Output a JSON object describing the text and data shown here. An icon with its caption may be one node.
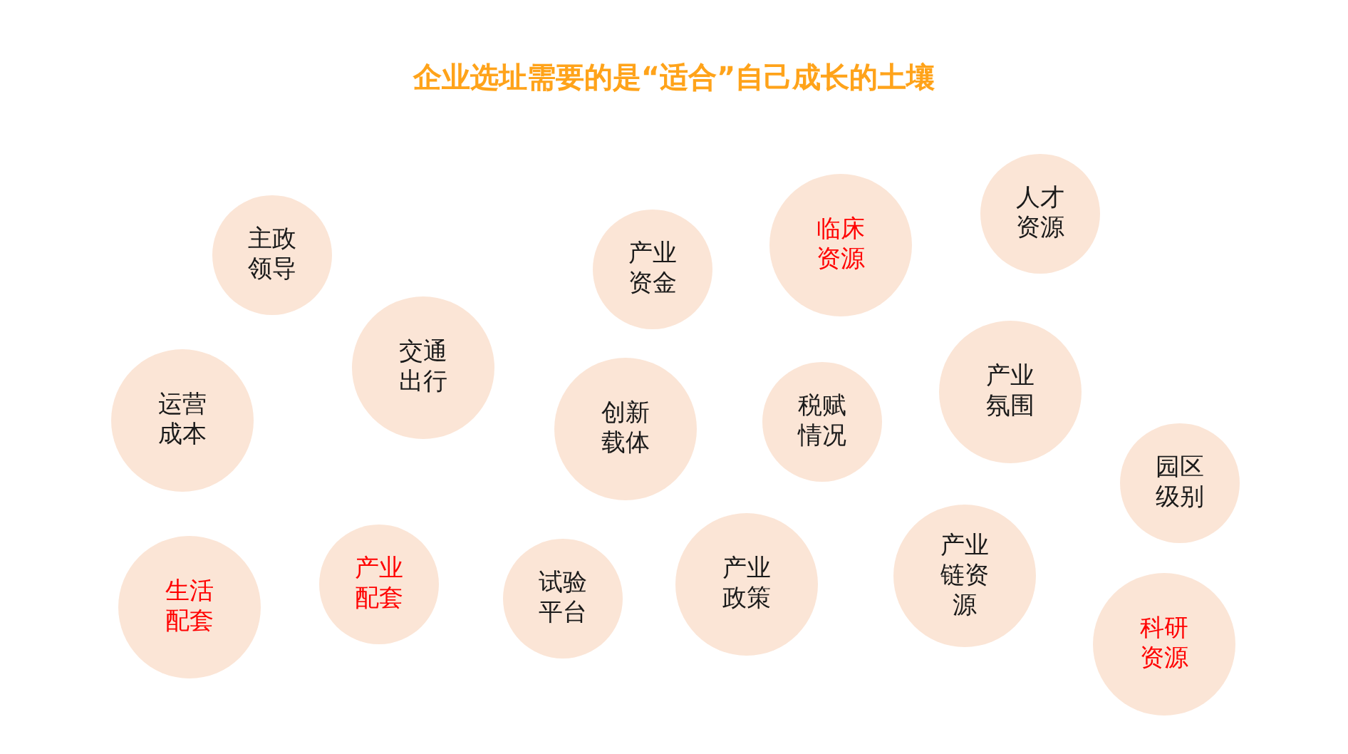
{
  "diagram": {
    "title": "企业选址需要的是“适合”自己成长的土壤",
    "nodes": [
      {
        "text": [
          "主政领导"
        ]
      },
      {
        "text": [
          "产业资金"
        ]
      },
      {
        "text": [
          "临床资源"
        ]
      },
      {
        "text": [
          "人才资源"
        ]
      },
      {
        "text": [
          "运营成本"
        ]
      },
      {
        "text": [
          "交通出行"
        ]
      },
      {
        "text": [
          "创新载体"
        ]
      },
      {
        "text": [
          "税赋情况"
        ]
      },
      {
        "text": [
          "产业氛围"
        ]
      },
      {
        "text": [
          "园区级别"
        ]
      },
      {
        "text": [
          "生活配套"
        ]
      },
      {
        "text": [
          "产业配套"
        ]
      },
      {
        "text": [
          "试验平台"
        ]
      },
      {
        "text": [
          "产业政策"
        ]
      },
      {
        "text": [
          "产业链资源"
        ]
      },
      {
        "text": [
          "科研资源"
        ]
      }
    ]
  }
}
